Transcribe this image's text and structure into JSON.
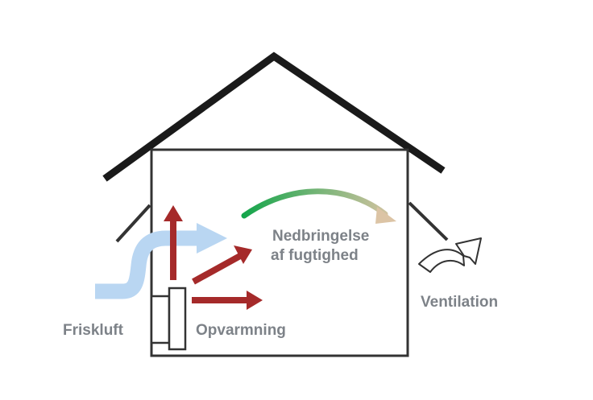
{
  "labels": {
    "fresh_air": "Friskluft",
    "heating": "Opvarmning",
    "humidity_line1": "Nedbringelse",
    "humidity_line2": "af fugtighed",
    "ventilation": "Ventilation"
  },
  "colors": {
    "roof": "#1a1a1a",
    "wall": "#333333",
    "fresh_air_arrow": "#b9d6f2",
    "heat_arrow": "#a52a2a",
    "humidity_arrow_start": "#12a54a",
    "humidity_arrow_end": "#dcc4a5",
    "label_text": "#7d8288",
    "ventilation_icon": "#333333"
  },
  "icons": {
    "radiator": "radiator-icon",
    "ventilation": "curved-arrow-icon"
  }
}
